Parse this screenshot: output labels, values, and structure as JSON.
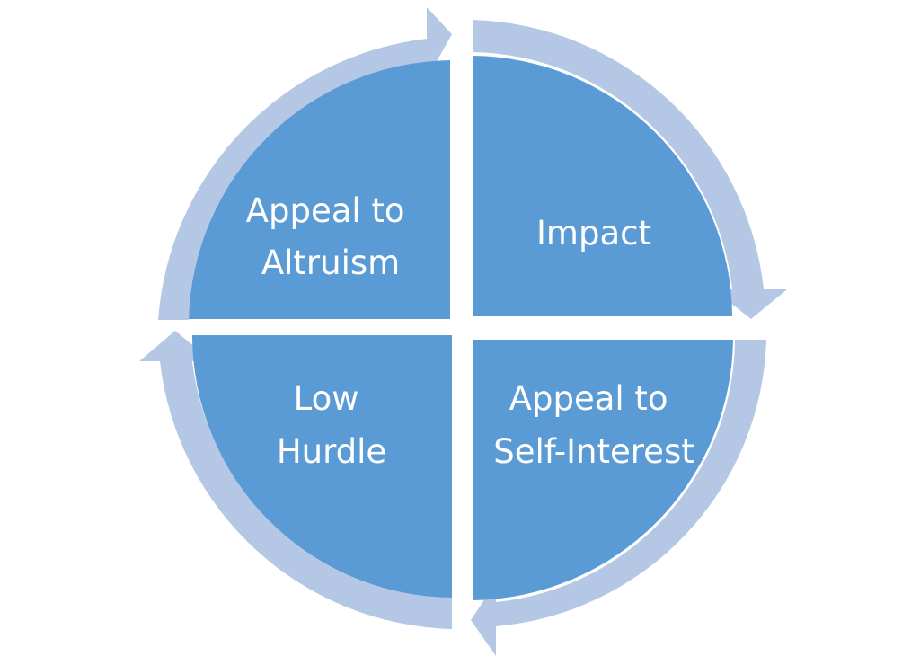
{
  "colors": {
    "background": "#ffffff",
    "quadrant_fill": "#5b9bd5",
    "arrow_fill": "#b4c8e6",
    "label_text": "#ffffff"
  },
  "diagram": {
    "type": "cycle",
    "direction": "clockwise",
    "segments": [
      {
        "lines": [
          "Appeal to",
          "Altruism"
        ]
      },
      {
        "lines": [
          "Impact"
        ]
      },
      {
        "lines": [
          "Appeal to",
          "Self-Interest"
        ]
      },
      {
        "lines": [
          "Low",
          "Hurdle"
        ]
      }
    ]
  }
}
